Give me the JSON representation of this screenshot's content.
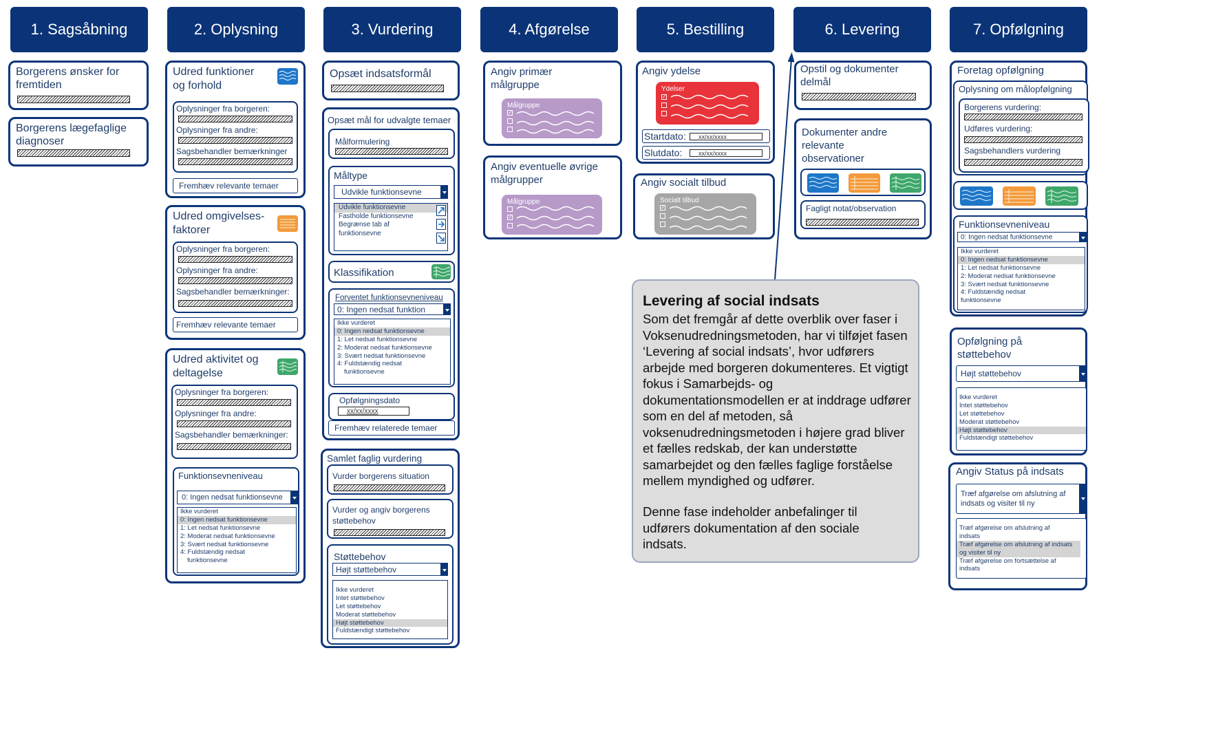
{
  "phases": [
    "1. Sagsåbning",
    "2. Oplysning",
    "3. Vurdering",
    "4. Afgørelse",
    "5. Bestilling",
    "6. Levering",
    "7. Opfølgning"
  ],
  "col1": {
    "box1": "Borgerens ønsker for fremtiden",
    "box2": "Borgerens lægefaglige diagnoser"
  },
  "col2": {
    "b1_title": "Udred funktioner og forhold",
    "b2_title": "Udred omgivelses-faktorer",
    "b3_title": "Udred aktivitet og deltagelse",
    "fra_borgeren": "Oplysninger fra borgeren:",
    "fra_andre": "Oplysninger fra andre:",
    "sagsbehandler_plain": "Sagsbehandler bemærkninger",
    "sagsbehandler_colon": "Sagsbehandler bemærkninger:",
    "fremhaev": "Fremhæv relevante temaer",
    "funk_title": "Funktionsevneniveau",
    "funk_select": "0: Ingen nedsat funktionsevne",
    "funk_options": [
      "Ikke vurderet",
      "0: Ingen nedsat funktionsevne",
      "1: Let nedsat funktionsevne",
      "2: Moderat nedsat funktionsevne",
      "3: Svært nedsat funktionsevne",
      "4: Fuldstændig nedsat",
      "funktionsevne"
    ]
  },
  "col3": {
    "indsatsformaal": "Opsæt indsatsformål",
    "maal_title": "Opsæt mål for udvalgte temaer",
    "maalformulering": "Målformulering",
    "maaltype": "Måltype",
    "maaltype_select": "Udvikle funktionsevne",
    "maaltype_options": [
      "Udvikle funktionsevne",
      "Fastholde funktionsevne",
      "Begrænse tab af",
      "funktionsevne"
    ],
    "klassifikation": "Klassifikation",
    "forventet": "Forventet funktionsevneniveau",
    "forventet_select": "0: Ingen nedsat funktion",
    "forventet_options": [
      "Ikke vurderet",
      "0: Ingen nedsat funktionsevne",
      "1: Let nedsat funktionsevne",
      "2: Moderat nedsat funktionsevne",
      "3: Svært nedsat funktionsevne",
      "4: Fuldstændig nedsat",
      "funktionsevne"
    ],
    "opfoelgningsdato": "Opfølgningsdato",
    "dato": "xx/xx/xxxx",
    "fremhaev": "Fremhæv relaterede temaer",
    "samlet": "Samlet faglig vurdering",
    "vurder_situation": "Vurder borgerens situation",
    "vurder_stoette": "Vurder og angiv borgerens støttebehov",
    "stoettebehov": "Støttebehov",
    "stoette_select": "Højt støttebehov",
    "stoette_options": [
      "Ikke vurderet",
      "Intet støttebehov",
      "Let støttebehov",
      "Moderat støttebehov",
      "Højt støttebehov",
      "Fuldstændigt støttebehov"
    ]
  },
  "col4": {
    "primaer": "Angiv primær målgruppe",
    "oevrige": "Angiv eventuelle øvrige målgrupper",
    "card_label": "Målgruppe"
  },
  "col5": {
    "ydelse": "Angiv ydelse",
    "ydelser_label": "Ydelser",
    "startdato": "Startdato:",
    "slutdato": "Slutdato:",
    "dato": "xx/xx/xxxx",
    "tilbud": "Angiv socialt tilbud",
    "tilbud_label": "Socialt tilbud"
  },
  "col6": {
    "delmaal": "Opstil og dokumenter delmål",
    "andre": "Dokumenter andre relevante observationer",
    "notat": "Fagligt notat/observation"
  },
  "col7": {
    "foretag": "Foretag opfølgning",
    "maalopfoelgning": "Oplysning om målopfølgning",
    "borger_vurd": "Borgerens vurdering:",
    "udfoerer_vurd": "Udføres vurdering:",
    "sagsb_vurd": "Sagsbehandlers vurdering",
    "funk_title": "Funktionsevneniveau",
    "funk_select": "0: Ingen nedsat funktionsevne",
    "funk_options": [
      "Ikke vurderet",
      "0: Ingen nedsat funktionsevne",
      "1: Let nedsat funktionsevne",
      "2: Moderat nedsat funktionsevne",
      "3: Svært nedsat funktionsevne",
      "4: Fuldstændig nedsat",
      "funktionsevne"
    ],
    "stoette_title": "Opfølgning på støttebehov",
    "stoette_select": "Højt støttebehov",
    "stoette_options": [
      "Ikke vurderet",
      "Intet støttebehov",
      "Let støttebehov",
      "Moderat støttebehov",
      "Højt støttebehov",
      "Fuldstændigt støttebehov"
    ],
    "status_title": "Angiv Status på indsats",
    "status_select": "Træf afgørelse om afslutning af indsats og visiter til ny",
    "status_options": [
      "Træf afgørelse om afslutning af indsats",
      "Træf afgørelse om afslutning af indsats og visiter til ny",
      "Træf afgørelse om fortsættelse af indsats"
    ]
  },
  "note": {
    "title": "Levering af social indsats",
    "para1": "Som det fremgår af dette overblik over faser i Voksenudredningsmetoden, har vi tilføjet fasen ‘Levering af social indsats’, hvor udførers arbejde med borgeren dokumenteres. Et vigtigt fokus i Samarbejds- og dokumentationsmodellen er at inddrage udfører som en del af metoden, så voksenudredningsmetoden i højere grad bliver et fælles redskab, der kan understøtte samarbejdet og den fælles faglige forståelse mellem myndighed og udfører.",
    "para2": "Denne fase indeholder anbefalinger til udførers dokumentation af den sociale indsats."
  },
  "colors": {
    "navy": "#0b3478",
    "blue_icon": "#1d76c7",
    "orange_icon": "#f39a3c",
    "green_icon": "#3fa66a",
    "purple_card": "#b79ac8",
    "red_card": "#e8333a",
    "grey_card": "#a6a6a6",
    "note_bg": "#dddddd"
  }
}
